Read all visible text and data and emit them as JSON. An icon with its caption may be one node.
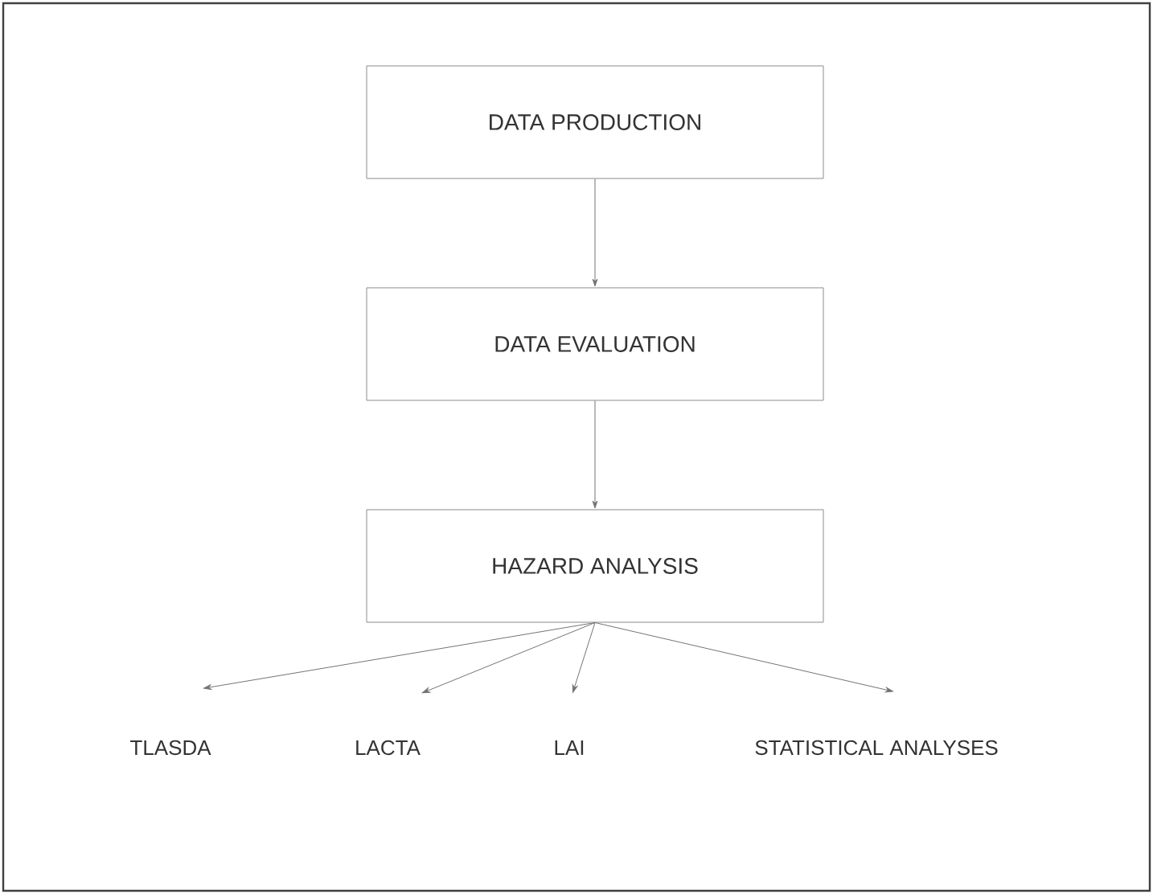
{
  "diagram": {
    "nodes": [
      {
        "text": [
          "DATA PRODUCTION"
        ]
      },
      {
        "text": [
          "DATA EVALUATION"
        ]
      },
      {
        "text": [
          "HAZARD ANALYSIS"
        ]
      },
      {
        "text": [
          "TLASDA"
        ]
      },
      {
        "text": [
          "LACTA"
        ]
      },
      {
        "text": [
          "LAI"
        ]
      },
      {
        "text": [
          "STATISTICAL ANALYSES"
        ]
      }
    ],
    "edges": [
      {
        "from": 0,
        "to": 1,
        "arrow": "to"
      },
      {
        "from": 1,
        "to": 2,
        "arrow": "to"
      },
      {
        "from": 2,
        "to": 3,
        "arrow": "to"
      },
      {
        "from": 2,
        "to": 4,
        "arrow": "to"
      },
      {
        "from": 2,
        "to": 5,
        "arrow": "to"
      },
      {
        "from": 2,
        "to": 6,
        "arrow": "to"
      }
    ]
  }
}
